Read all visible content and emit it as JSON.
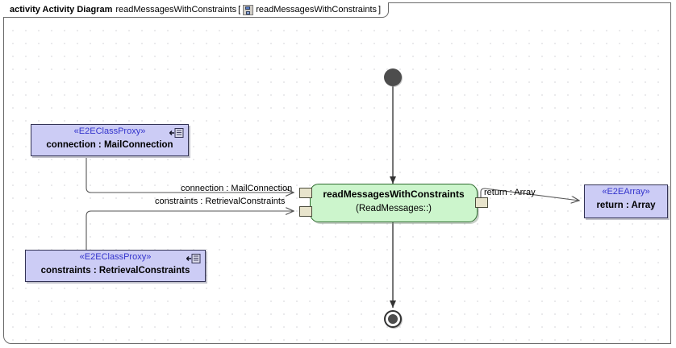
{
  "frame": {
    "keyword": "activity Activity Diagram",
    "name": "readMessagesWithConstraints",
    "bracket_open": "[",
    "inner_name": "readMessagesWithConstraints",
    "bracket_close": "]",
    "icon": "activity-diagram-icon"
  },
  "colors": {
    "object_fill": "#ccccf5",
    "object_border": "#333355",
    "stereotype_text": "#3333cc",
    "activity_fill": "#ccf5cc",
    "activity_border": "#2f6b2f",
    "pin_fill": "#e8e4cc",
    "node_dark": "#4d4d4d",
    "grid_dot": "#9a9aa5",
    "edge": "#333333"
  },
  "nodes": {
    "initial": {
      "label": "initial-node"
    },
    "final": {
      "label": "activity-final-node"
    },
    "activity": {
      "title": "readMessagesWithConstraints",
      "subtitle": "(ReadMessages::)",
      "pins": [
        {
          "name": "pin-connection"
        },
        {
          "name": "pin-constraints"
        },
        {
          "name": "pin-return"
        }
      ]
    },
    "connection_proxy": {
      "stereotype": "«E2EClassProxy»",
      "name": "connection : MailConnection",
      "icon": "class-proxy-icon"
    },
    "constraints_proxy": {
      "stereotype": "«E2EClassProxy»",
      "name": "constraints : RetrievalConstraints",
      "icon": "class-proxy-icon"
    },
    "return_array": {
      "stereotype": "«E2EArray»",
      "name": "return : Array"
    }
  },
  "edges": {
    "connection_label": "connection : MailConnection",
    "constraints_label": "constraints : RetrievalConstraints",
    "return_label": "return : Array"
  }
}
